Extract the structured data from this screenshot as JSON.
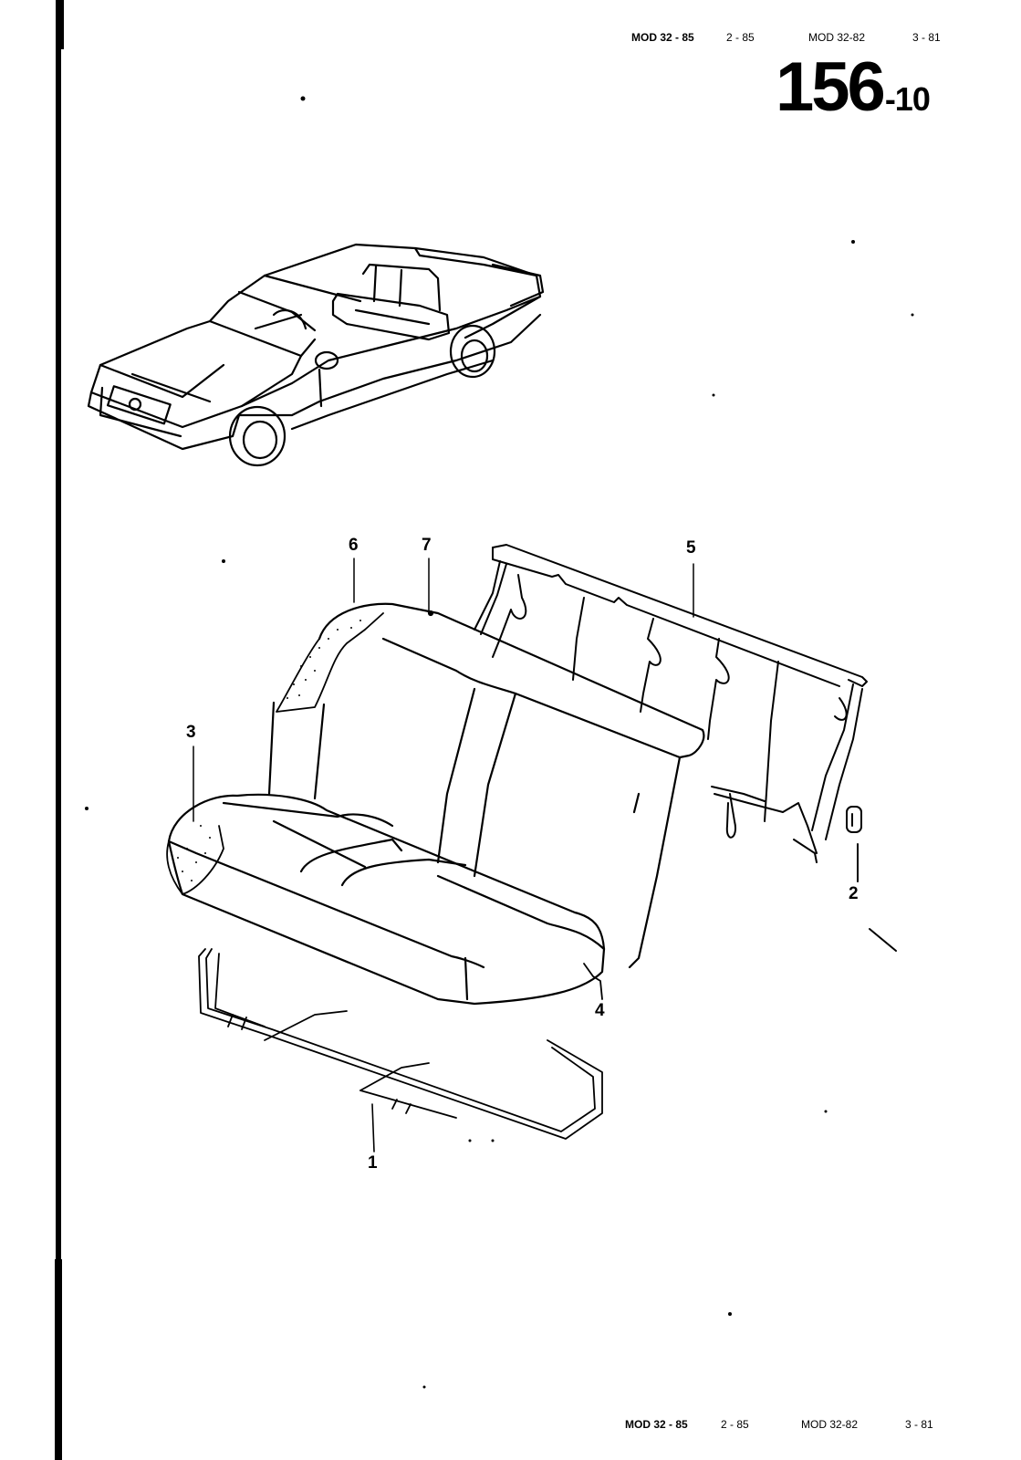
{
  "header": {
    "model_a": "MOD 32 - 85",
    "date_a": "2 - 85",
    "model_b": "MOD 32-82",
    "date_b": "3 - 81"
  },
  "page": {
    "group": "156",
    "sheet": "-10"
  },
  "footer": {
    "model_a": "MOD 32 - 85",
    "date_a": "2 - 85",
    "model_b": "MOD 32-82",
    "date_b": "3 - 81"
  },
  "callouts": [
    {
      "number": "1",
      "part": "seat-frame"
    },
    {
      "number": "2",
      "part": "rubber-grommet"
    },
    {
      "number": "3",
      "part": "seat-cushion-padding"
    },
    {
      "number": "4",
      "part": "seat-cushion-cover"
    },
    {
      "number": "5",
      "part": "backrest-frame"
    },
    {
      "number": "6",
      "part": "backrest-padding"
    },
    {
      "number": "7",
      "part": "backrest-cover"
    }
  ],
  "colors": {
    "ink": "#000000",
    "paper": "#ffffff"
  }
}
